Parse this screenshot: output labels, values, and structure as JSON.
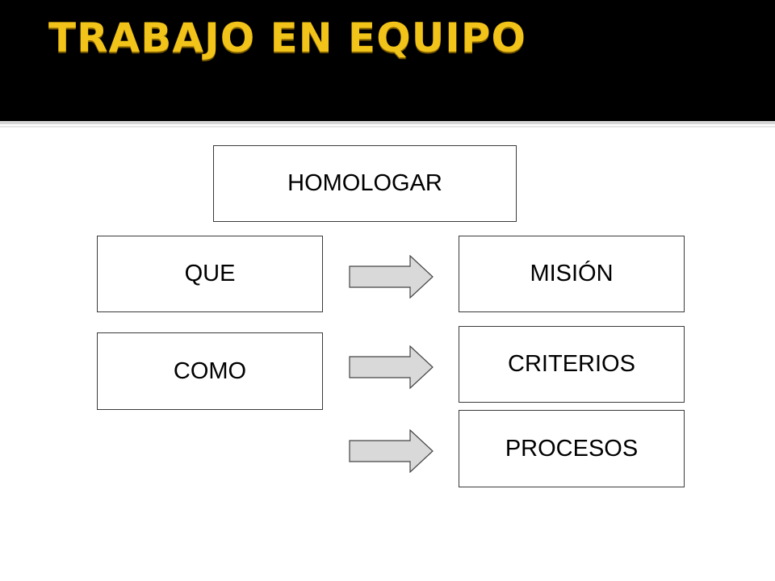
{
  "title": "TRABAJO EN EQUIPO",
  "colors": {
    "header_bg": "#000000",
    "title": "#f2c318",
    "arrow_fill": "#d9d9d9",
    "box_border": "#3a3a3a"
  },
  "boxes": {
    "homologar": "HOMOLOGAR",
    "que": "QUE",
    "como": "COMO",
    "mision": "MISIÓN",
    "criterios": "CRITERIOS",
    "procesos": "PROCESOS"
  },
  "arrows": [
    "right-arrow-icon",
    "right-arrow-icon",
    "right-arrow-icon"
  ]
}
